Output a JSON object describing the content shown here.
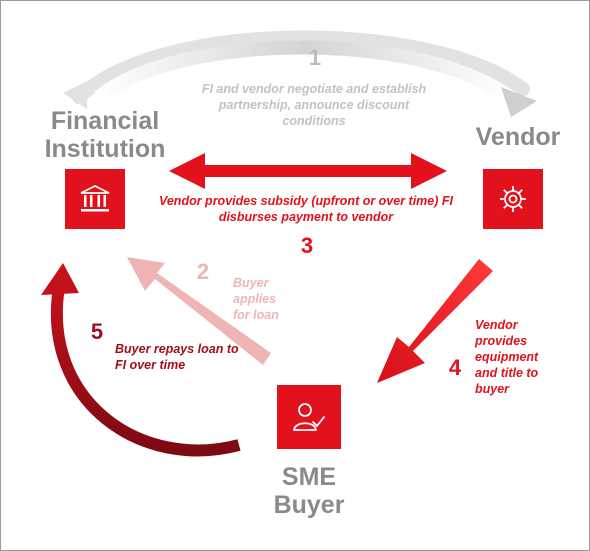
{
  "actors": {
    "fi": "Financial Institution",
    "vendor": "Vendor",
    "buyer": "SME Buyer"
  },
  "steps": [
    {
      "number": "1",
      "text": "FI and vendor negotiate and establish partnership, announce discount conditions"
    },
    {
      "number": "2",
      "text": "Buyer applies for loan"
    },
    {
      "number": "3",
      "text": "Vendor provides subsidy (upfront or over time) FI disburses payment to vendor"
    },
    {
      "number": "4",
      "text": "Vendor provides equipment and title to buyer"
    },
    {
      "number": "5",
      "text": "Buyer repays loan to FI over time"
    }
  ],
  "icons": {
    "fi": "bank-icon",
    "vendor": "gear-icon",
    "buyer": "user-check-icon"
  },
  "colors": {
    "accent": "#e3111b",
    "dark_red": "#a10f1a",
    "light_red": "#efb5b5",
    "gray": "#8a8a8a",
    "light_gray": "#c8c8c8"
  }
}
